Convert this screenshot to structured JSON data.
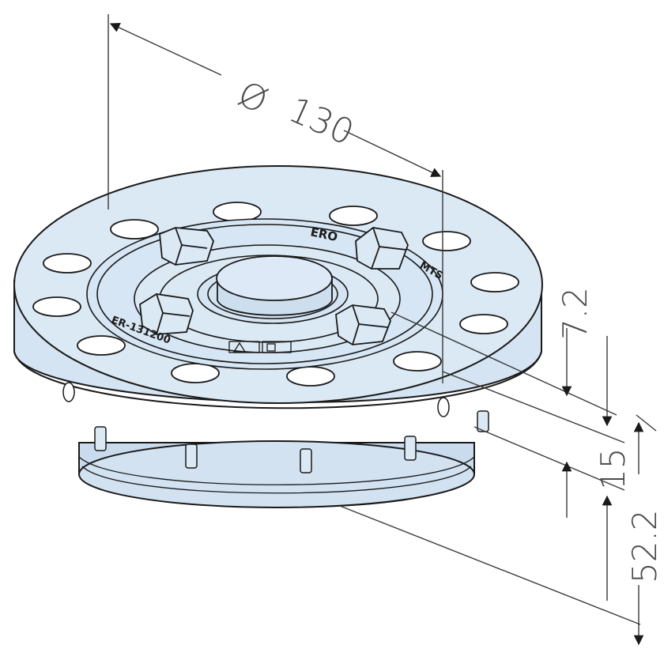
{
  "drawing": {
    "dimensions": {
      "diameter_symbol": "Ø",
      "diameter_value": "130",
      "height_top": "7.2",
      "height_mid": "15",
      "height_total": "52.2"
    },
    "engravings": {
      "brand": "ERO",
      "suffix": "MTS",
      "part_number": "ER-131200"
    },
    "colors": {
      "body": "#dbe9f5",
      "body_shade": "#c4d6e8",
      "outline": "#1a1a1a",
      "dim_line": "#3a3a3a"
    }
  }
}
